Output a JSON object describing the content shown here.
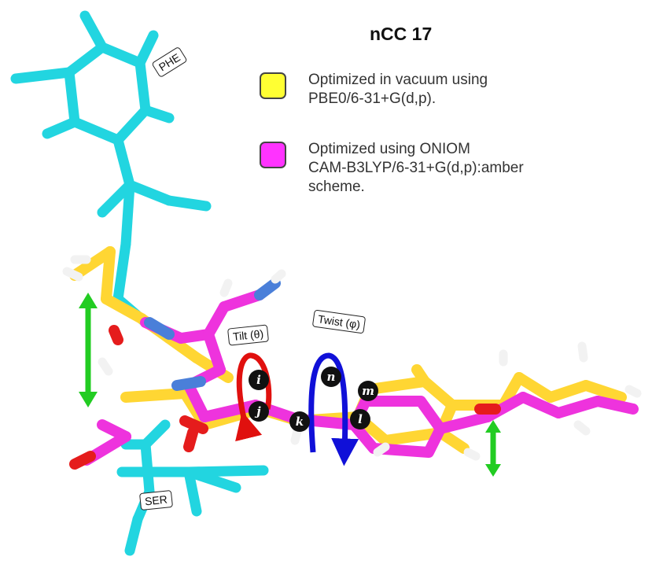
{
  "figure": {
    "title": "nCC 17",
    "legend": [
      {
        "color": "#ffff33",
        "lines": [
          "Optimized in vacuum using",
          "PBE0/6-31+G(d,p)."
        ]
      },
      {
        "color": "#ff33ff",
        "lines": [
          "Optimized using ONIOM",
          "CAM-B3LYP/6-31+G(d,p):amber",
          "scheme."
        ]
      }
    ],
    "residues": {
      "phe": "PHE",
      "ser": "SER"
    },
    "angles": {
      "tilt": "Tilt (θ)",
      "twist": "Twist (φ)"
    },
    "atom_labels": [
      "i",
      "j",
      "k",
      "l",
      "m",
      "n"
    ],
    "colors": {
      "residue": "#22d5e0",
      "vacuum": "#ffd633",
      "oniom": "#ee33dd",
      "nitrogen": "#4a7fd9",
      "oxygen": "#e51c1c",
      "hydrogen": "#f2f2f2",
      "tilt_arrow": "#e0100e",
      "twist_arrow": "#1010d8",
      "shift_arrow": "#22cc22"
    }
  }
}
